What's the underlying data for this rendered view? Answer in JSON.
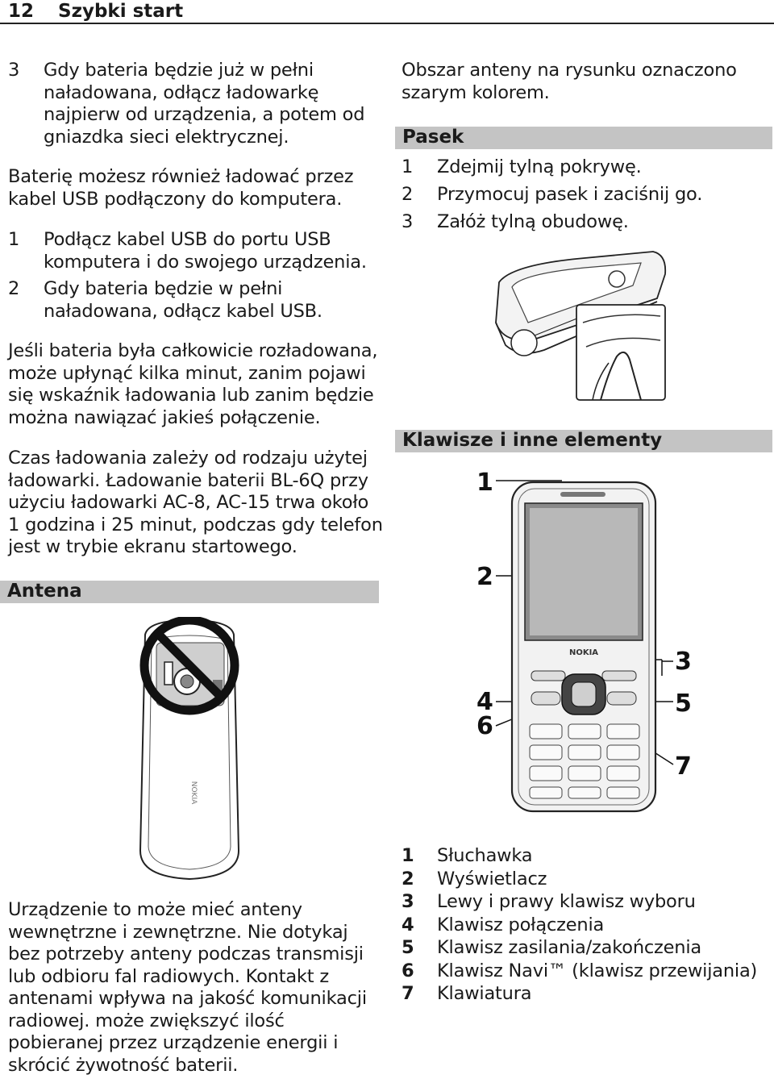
{
  "header": {
    "page_number": "12",
    "section_title": "Szybki start"
  },
  "left_column": {
    "step3": {
      "num": "3",
      "lines": [
        "Gdy bateria będzie już w pełni",
        "naładowana, odłącz ładowarkę",
        "najpierw od urządzenia, a potem od",
        "gniazdka sieci elektrycznej."
      ]
    },
    "usb_intro": [
      "Baterię możesz również ładować przez",
      "kabel USB podłączony do komputera."
    ],
    "usb_steps": [
      {
        "num": "1",
        "lines": [
          "Podłącz kabel USB do portu USB",
          "komputera i do swojego urządzenia."
        ]
      },
      {
        "num": "2",
        "lines": [
          "Gdy bateria będzie w pełni",
          "naładowana, odłącz kabel USB."
        ]
      }
    ],
    "para_discharged": [
      "Jeśli bateria była całkowicie rozładowana,",
      "może upłynąć kilka minut, zanim pojawi",
      "się wskaźnik ładowania lub zanim będzie",
      "można nawiązać jakieś połączenie."
    ],
    "para_charging_time": [
      "Czas ładowania zależy od rodzaju użytej",
      "ładowarki. Ładowanie baterii BL-6Q przy",
      "użyciu ładowarki AC-8, AC-15 trwa około",
      "1 godzina i 25 minut, podczas gdy telefon",
      "jest w trybie ekranu startowego."
    ],
    "antenna_heading": "Antena",
    "antenna_para": [
      "Urządzenie to może mieć anteny",
      "wewnętrzne i zewnętrzne. Nie dotykaj",
      "bez potrzeby anteny podczas transmisji",
      "lub odbioru fal radiowych. Kontakt z",
      "antenami wpływa na jakość komunikacji",
      "radiowej. może zwiększyć ilość",
      "pobieranej przez urządzenie energii i",
      "skrócić żywotność baterii."
    ]
  },
  "right_column": {
    "antenna_note": [
      "Obszar anteny na rysunku oznaczono",
      "szarym kolorem."
    ],
    "strap_heading": "Pasek",
    "strap_steps": [
      {
        "num": "1",
        "text": "Zdejmij tylną pokrywę."
      },
      {
        "num": "2",
        "text": "Przymocuj pasek i zaciśnij go."
      },
      {
        "num": "3",
        "text": "Załóż tylną obudowę."
      }
    ],
    "keys_heading": "Klawisze i inne elementy",
    "callouts": [
      "1",
      "2",
      "3",
      "4",
      "5",
      "6",
      "7"
    ],
    "phone_brand": "NOKIA",
    "back_brand": "NOKIA",
    "legend": [
      {
        "num": "1",
        "text": "Słuchawka"
      },
      {
        "num": "2",
        "text": "Wyświetlacz"
      },
      {
        "num": "3",
        "text": "Lewy i prawy klawisz wyboru"
      },
      {
        "num": "4",
        "text": "Klawisz połączenia"
      },
      {
        "num": "5",
        "text": "Klawisz zasilania/zakończenia"
      },
      {
        "num": "6",
        "text": "Klawisz Navi™ (klawisz przewijania)"
      },
      {
        "num": "7",
        "text": "Klawiatura"
      }
    ]
  },
  "colors": {
    "heading_band": "#c4c4c4",
    "text": "#1a1a1a"
  }
}
